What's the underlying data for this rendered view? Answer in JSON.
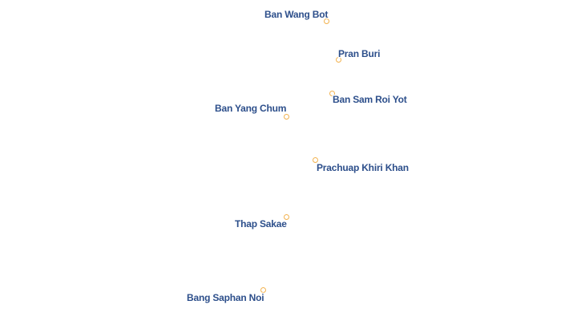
{
  "map": {
    "places": [
      {
        "name": "Ban Wang Bot"
      },
      {
        "name": "Pran Buri"
      },
      {
        "name": "Ban Sam Roi Yot"
      },
      {
        "name": "Ban Yang Chum"
      },
      {
        "name": "Prachuap Khiri Khan"
      },
      {
        "name": "Thap Sakae"
      },
      {
        "name": "Bang Saphan Noi"
      }
    ]
  },
  "colors": {
    "background": "#ffffff",
    "label_text": "#2d4f8b",
    "label_halo": "#ffffff",
    "marker_stroke": "#f2b24e",
    "marker_fill": "#ffffff"
  }
}
